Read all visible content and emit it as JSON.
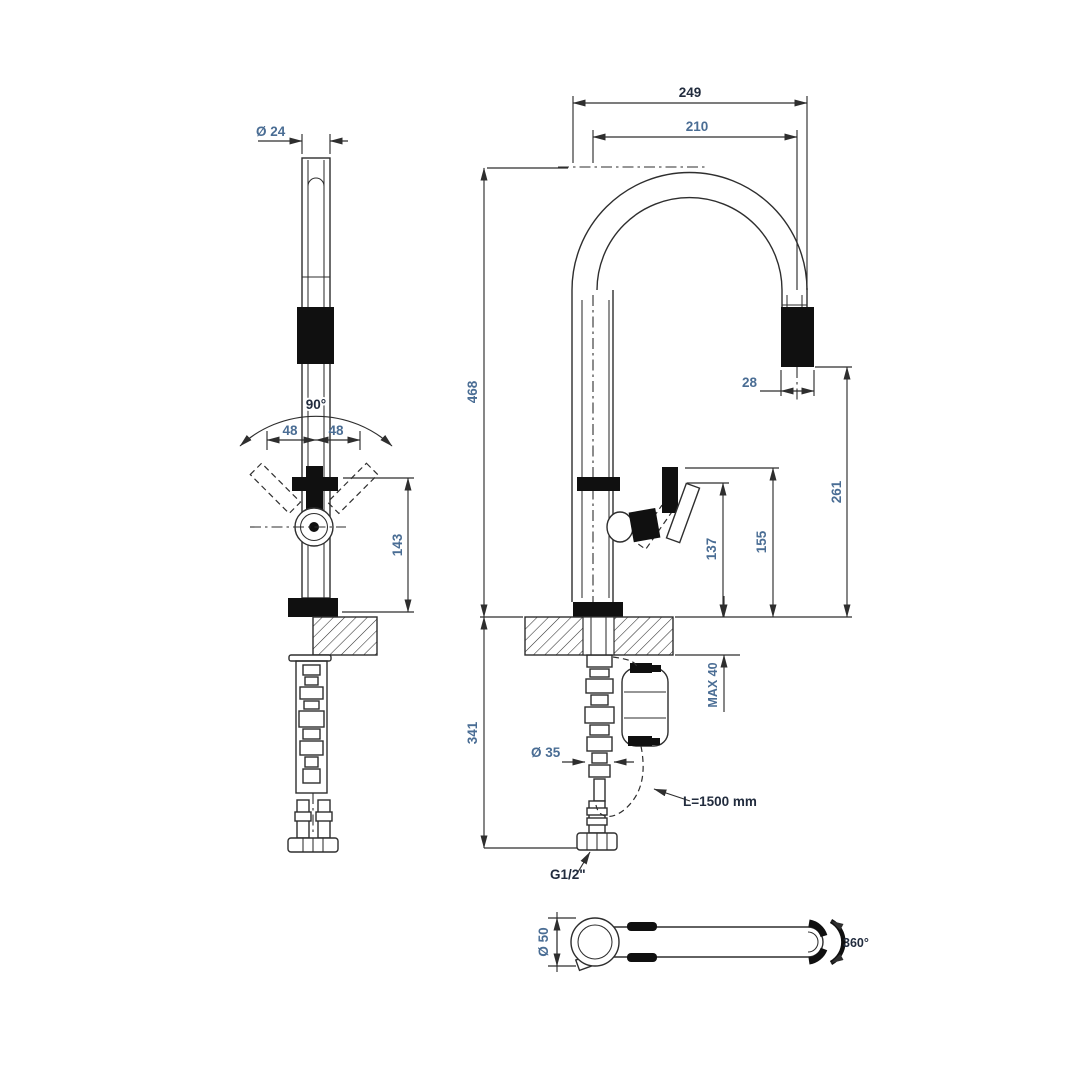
{
  "title": "Pull-out kitchen mixer tap - dimensional technical drawing",
  "colors": {
    "line": "#2e2e2e",
    "dim_text_blue": "#4a6d94",
    "dim_text_dark": "#222c3e",
    "solid_black": "#101010"
  },
  "views": {
    "side": {
      "tube_diameter": "Ø 24",
      "handle_swing_angle": "90°",
      "swing_left": "48",
      "swing_right": "48",
      "handle_height_above_deck": "143"
    },
    "front": {
      "overall_reach": "249",
      "spout_reach": "210",
      "height_above_deck": "468",
      "spray_head_width": "28",
      "spray_tip_to_deck": "261",
      "handle_top_to_deck": "155",
      "lever_to_deck": "137",
      "max_counter_thickness": "MAX 40",
      "below_deck_depth": "341",
      "shank_diameter": "Ø 35",
      "hose_length": "L=1500 mm",
      "supply_thread": "G1/2\""
    },
    "top": {
      "base_diameter": "Ø 50",
      "swivel_angle": "360°"
    }
  }
}
